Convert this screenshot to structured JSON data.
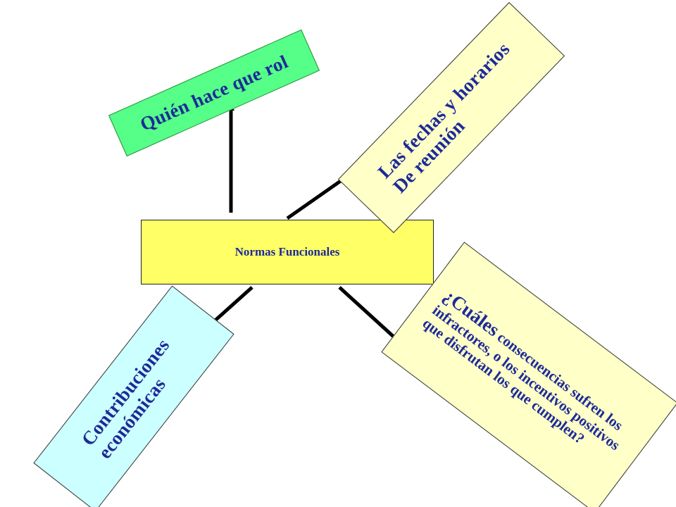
{
  "diagram": {
    "center": {
      "label": "Normas Funcionales"
    },
    "nodes": {
      "roles": {
        "text": "Quién hace que rol"
      },
      "schedule": {
        "text": "Las fechas y horarios\nDe reunión"
      },
      "contributions": {
        "text": "Contribuciones\neconómicas"
      },
      "consequences": {
        "lead": "¿Cuáles",
        "text": " consecuencias sufren los infractores, o los incentivos positivos que disfrutan los que cumplen?"
      }
    },
    "colors": {
      "text": "#1d2a98",
      "center_fill": "#ffff66",
      "roles_fill": "#55ff88",
      "schedule_fill": "#ffffc8",
      "contributions_fill": "#ccffff",
      "consequences_fill": "#ffffc8",
      "connector": "#000000"
    }
  }
}
